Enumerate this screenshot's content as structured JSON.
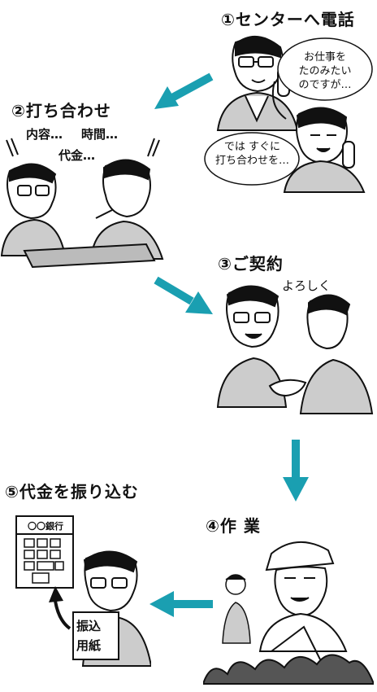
{
  "steps": [
    {
      "title": "①センターへ電話",
      "bubbles": [
        "お仕事を\nたのみたい\nのですが…",
        "では すぐに\n打ち合わせを…"
      ]
    },
    {
      "title": "②打ち合わせ",
      "words": [
        "内容…",
        "時間…",
        "代金…"
      ]
    },
    {
      "title": "③ご契約",
      "speech": "よろしく"
    },
    {
      "title": "④作 業"
    },
    {
      "title": "⑤代金を振り込む",
      "bank_sign": "〇〇銀行",
      "slip": [
        "振込",
        "用紙"
      ]
    }
  ],
  "colors": {
    "arrow": "#1a9fb1",
    "ink": "#111111"
  }
}
